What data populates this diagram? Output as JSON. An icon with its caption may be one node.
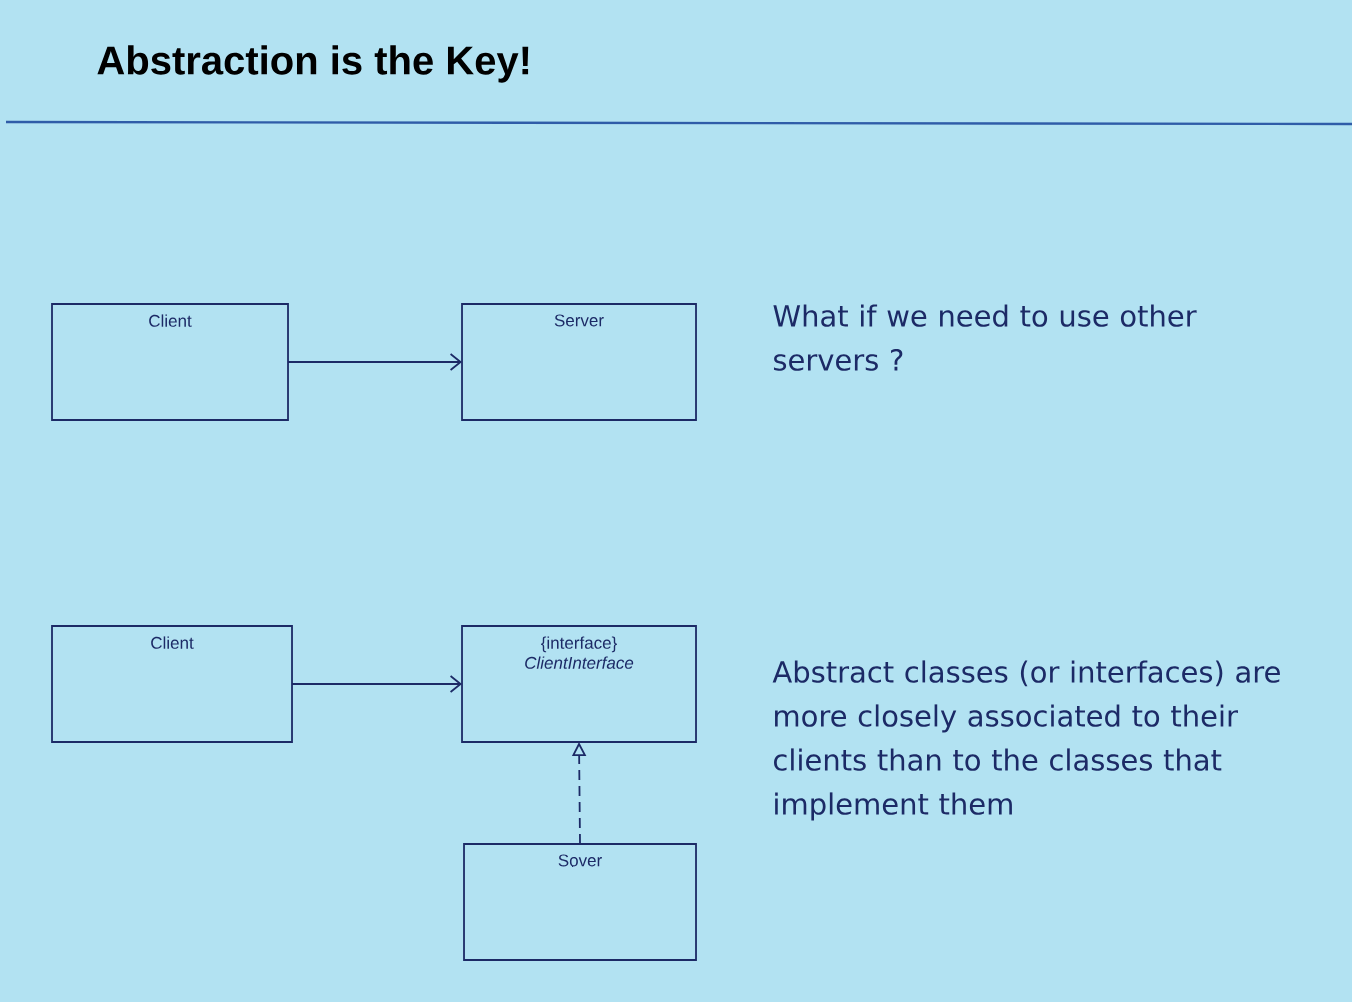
{
  "diagram": {
    "title": "Abstraction is the Key!",
    "nodes": [
      {
        "text": [
          "Client"
        ]
      },
      {
        "text": [
          "Server"
        ]
      },
      {
        "text": [
          "Client"
        ]
      },
      {
        "text": [
          "{interface}",
          "ClientInterface"
        ]
      },
      {
        "text": [
          "Sover"
        ]
      }
    ],
    "edges": [
      {
        "from": 0,
        "to": 1,
        "arrow": "to"
      },
      {
        "from": 2,
        "to": 3,
        "arrow": "to"
      },
      {
        "from": 4,
        "to": 3,
        "arrow": "to",
        "style": "dashed"
      }
    ],
    "labels": [
      "What if we need to use other servers ?",
      "Abstract classes (or interfaces) are more closely associated to their clients than to the classes that implement them"
    ]
  }
}
